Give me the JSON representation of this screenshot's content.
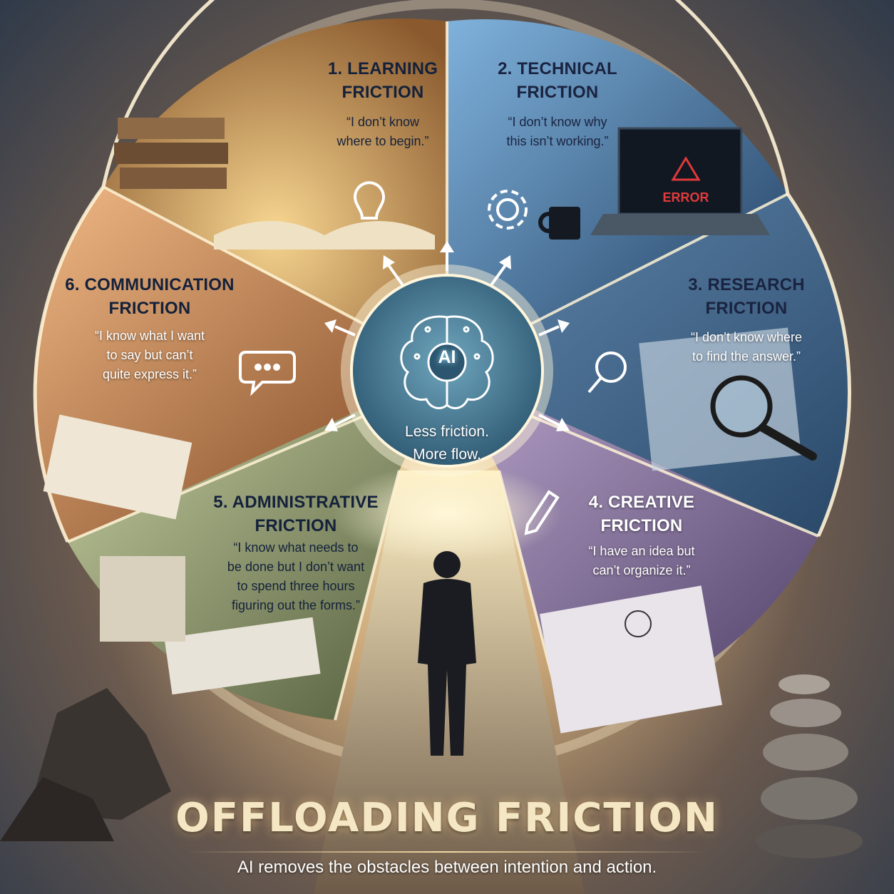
{
  "hub": {
    "label": "AI",
    "caption_line1": "Less friction.",
    "caption_line2": "More flow."
  },
  "segments": [
    {
      "title_line1": "1. LEARNING",
      "title_line2": "FRICTION",
      "quote_lines": [
        "“I don’t know",
        "where to begin.”"
      ],
      "icon": "lightbulb-icon"
    },
    {
      "title_line1": "2. TECHNICAL",
      "title_line2": "FRICTION",
      "quote_lines": [
        "“I don’t know why",
        "this isn’t working.”"
      ],
      "icon": "gear-icon",
      "screen_text": "ERROR"
    },
    {
      "title_line1": "3. RESEARCH",
      "title_line2": "FRICTION",
      "quote_lines": [
        "“I don’t know where",
        "to find the answer.”"
      ],
      "icon": "magnifier-icon"
    },
    {
      "title_line1": "4. CREATIVE",
      "title_line2": "FRICTION",
      "quote_lines": [
        "“I have an idea but",
        "can’t organize it.”"
      ],
      "icon": "pencil-icon"
    },
    {
      "title_line1": "5. ADMINISTRATIVE",
      "title_line2": "FRICTION",
      "quote_lines": [
        "“I know what needs to",
        "be done but I don’t want",
        "to spend three hours",
        "figuring out the forms.”"
      ],
      "icon": "papers-icon"
    },
    {
      "title_line1": "6. COMMUNICATION",
      "title_line2": "FRICTION",
      "quote_lines": [
        "“I know what I want",
        "to say but can’t",
        "quite express it.”"
      ],
      "icon": "speech-bubble-icon"
    }
  ],
  "footer": {
    "title": "OFFLOADING FRICTION",
    "subtitle": "AI removes the obstacles between intention and action."
  },
  "colors": {
    "learning": "#d9a55c",
    "technical": "#3d6f9e",
    "research": "#3e6488",
    "creative": "#6c5c86",
    "administrative": "#7e8a5e",
    "communication": "#c97a43",
    "glow": "#fff2cf",
    "hub": "#3f6f88"
  }
}
